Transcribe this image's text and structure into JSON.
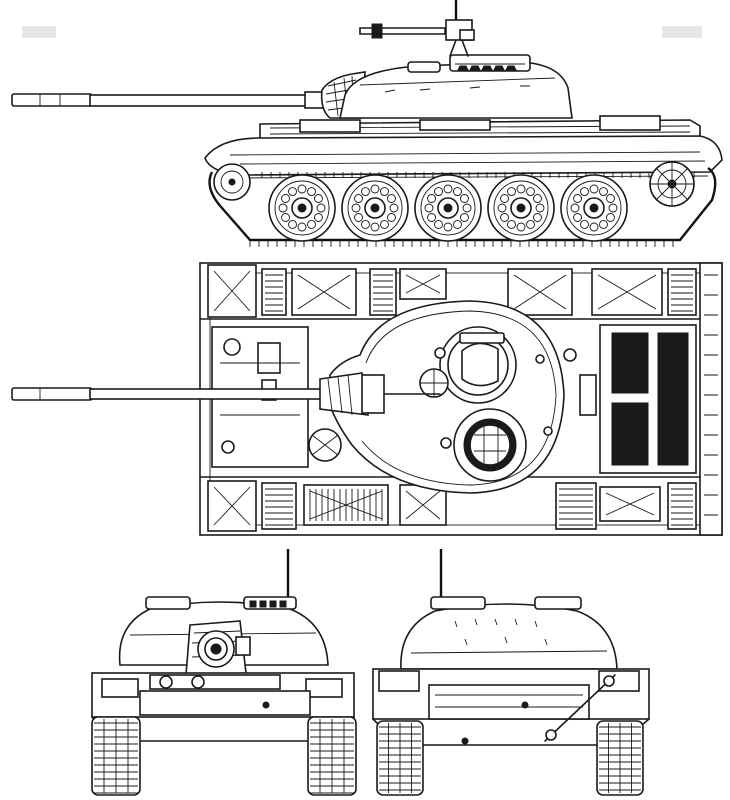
{
  "drawing": {
    "views": [
      {
        "id": "side",
        "name": "side-view"
      },
      {
        "id": "top",
        "name": "top-view"
      },
      {
        "id": "front",
        "name": "front-view"
      },
      {
        "id": "rear",
        "name": "rear-view"
      }
    ],
    "road_wheels_per_side": 5,
    "line_color": "#1a1a1a",
    "background_color": "#ffffff"
  }
}
